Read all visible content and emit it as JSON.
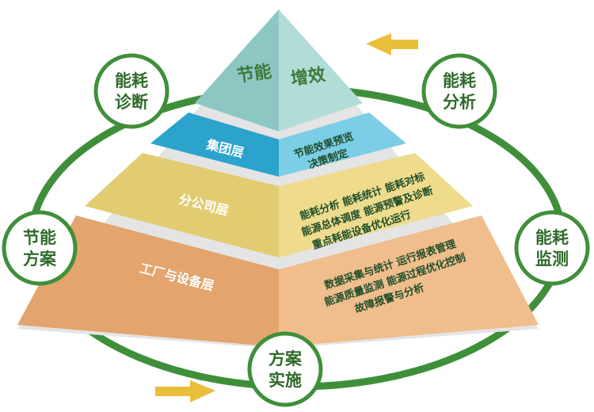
{
  "peak": {
    "left": "节能",
    "right": "增效"
  },
  "layers": [
    {
      "label": "集团层",
      "desc": [
        "节能效果预览",
        "决策制定"
      ]
    },
    {
      "label": "分公司层",
      "desc": [
        "能耗分析 能耗统计 能耗对标",
        "能源总体调度 能源预警及诊断",
        "重点耗能设备优化运行"
      ]
    },
    {
      "label": "工厂与设备层",
      "desc": [
        "数据采集与统计 运行报表管理",
        "能源质量监测 能源过程优化控制",
        "故障报警与分析"
      ]
    }
  ],
  "cycle_nodes": [
    {
      "line1": "能耗",
      "line2": "诊断"
    },
    {
      "line1": "能耗",
      "line2": "分析"
    },
    {
      "line1": "节能",
      "line2": "方案"
    },
    {
      "line1": "能耗",
      "line2": "监测"
    },
    {
      "line1": "方案",
      "line2": "实施"
    }
  ],
  "colors": {
    "ring": "#3f8f3a",
    "node_border": "#3f8f3a",
    "node_text": "#2f6b2a",
    "arrow": "#e8bf3a",
    "peak_left": "#8cc7c3",
    "peak_right": "#b2dcd8",
    "group_left": "#2ba3cc",
    "group_right": "#7ccde6",
    "branch_left": "#e2cc72",
    "branch_right": "#eedb8c",
    "factory_left": "#e3a46d",
    "factory_right": "#f0bd8c",
    "separator": "#e4e4e4"
  }
}
